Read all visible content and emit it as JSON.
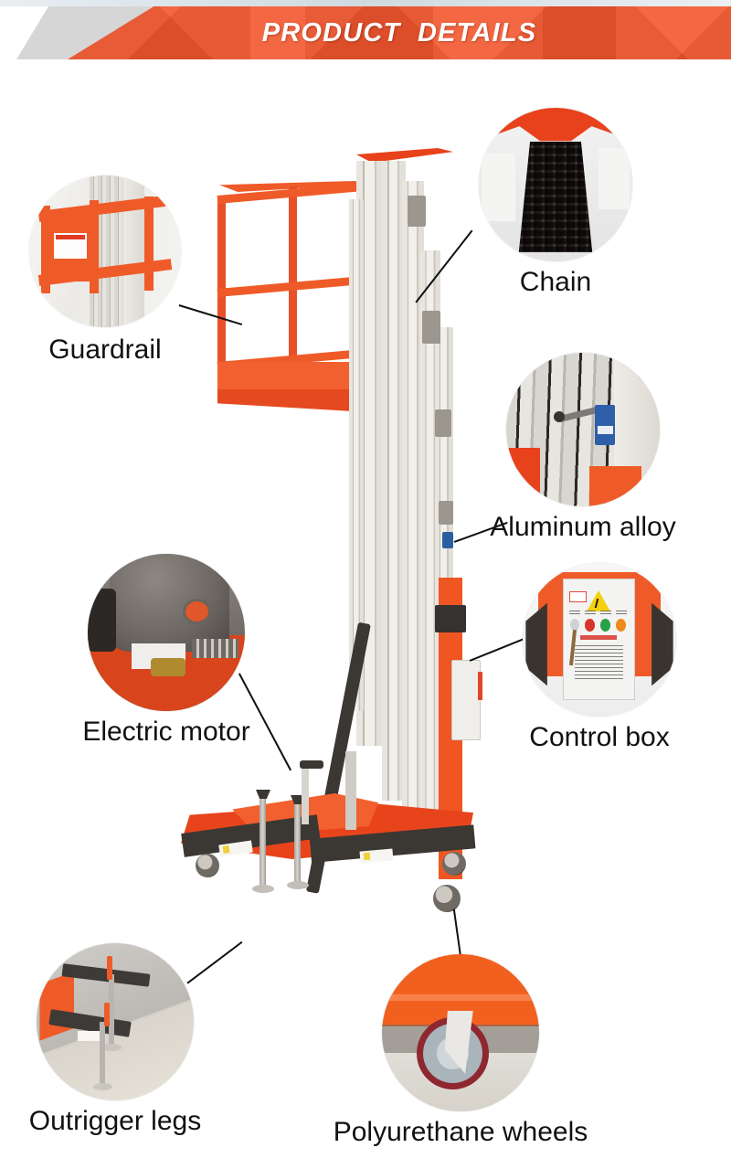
{
  "header": {
    "title": "PRODUCT  DETAILS",
    "banner_color": "#f1562d",
    "accent_gray": "#d6d6d6",
    "title_color": "#ffffff"
  },
  "theme": {
    "orange": "#ef5b28",
    "dark": "#3b3733",
    "label_color": "#111111",
    "line_color": "#111111",
    "background": "#ffffff"
  },
  "product": {
    "name": "vertical-mast-aluminum-lift",
    "body_color": "#ef5b28",
    "mast_color": "#e8e5df"
  },
  "callouts": [
    {
      "id": "guardrail",
      "label": "Guardrail",
      "photo": "guardrail-photo"
    },
    {
      "id": "chain",
      "label": "Chain",
      "photo": "chain-photo"
    },
    {
      "id": "aluminum",
      "label": "Aluminum alloy",
      "photo": "aluminum-alloy-photo"
    },
    {
      "id": "control-box",
      "label": "Control box",
      "photo": "control-box-photo"
    },
    {
      "id": "motor",
      "label": "Electric motor",
      "photo": "electric-motor-photo"
    },
    {
      "id": "outrigger",
      "label": "Outrigger legs",
      "photo": "outrigger-legs-photo"
    },
    {
      "id": "wheels",
      "label": "Polyurethane wheels",
      "photo": "polyurethane-wheels-photo"
    }
  ],
  "control_box_photo": {
    "buttons": [
      "red-stop-button",
      "green-up-button",
      "orange-down-button"
    ],
    "has_warning_triangle": true,
    "has_key_switch": true
  }
}
